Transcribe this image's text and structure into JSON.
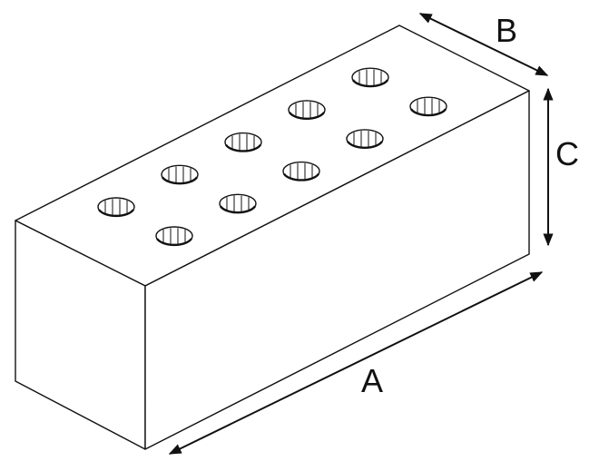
{
  "diagram": {
    "subject": "brick",
    "hole_rows": 2,
    "holes_per_row": 5,
    "dimension_labels": {
      "length": "A",
      "width": "B",
      "height": "C"
    },
    "colors": {
      "stroke": "#111111",
      "fill": "#ffffff"
    }
  }
}
